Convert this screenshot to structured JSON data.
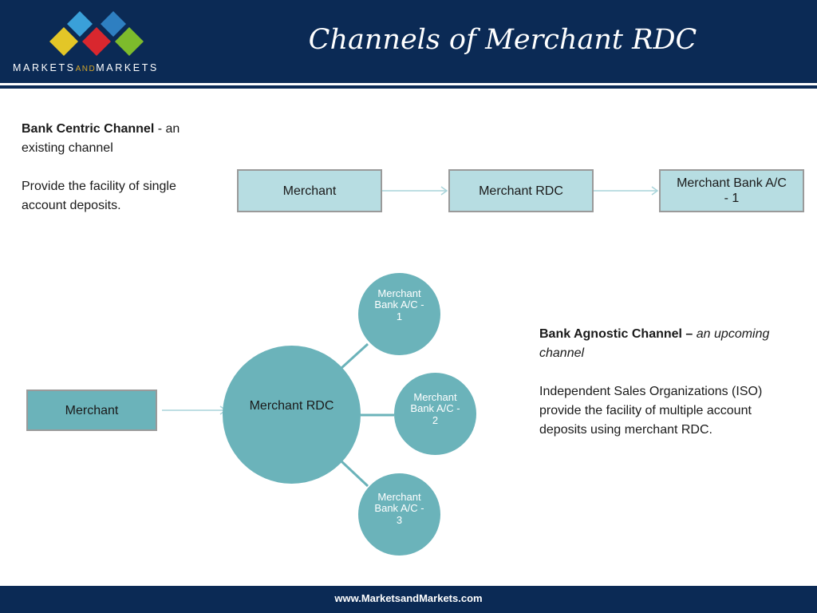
{
  "header": {
    "brand_part1": "MARKETS",
    "brand_part2": "AND",
    "brand_part3": "MARKETS",
    "title": "Channels of Merchant RDC",
    "logo_colors": [
      "#e3c627",
      "#d9272e",
      "#7dbb2c",
      "#3aa0d9",
      "#2e7fc1"
    ]
  },
  "bank_centric": {
    "heading": "Bank Centric Channel",
    "heading_suffix": " - an existing channel",
    "description": "Provide the facility of single account deposits.",
    "flow": [
      "Merchant",
      "Merchant RDC",
      "Merchant Bank A/C - 1"
    ]
  },
  "bank_agnostic": {
    "heading": "Bank Agnostic Channel – ",
    "heading_suffix": "an upcoming channel",
    "description": "Independent Sales Organizations (ISO) provide the facility of multiple account deposits using  merchant RDC.",
    "merchant": "Merchant",
    "hub": "Merchant RDC",
    "accounts": [
      "Merchant Bank A/C - 1",
      "Merchant Bank A/C  -  2",
      "Merchant Bank A/C - 3"
    ]
  },
  "footer": {
    "url": "www.MarketsandMarkets.com"
  },
  "colors": {
    "header_bg": "#0b2a55",
    "box_light": "#b7dde2",
    "teal": "#6bb3ba"
  }
}
